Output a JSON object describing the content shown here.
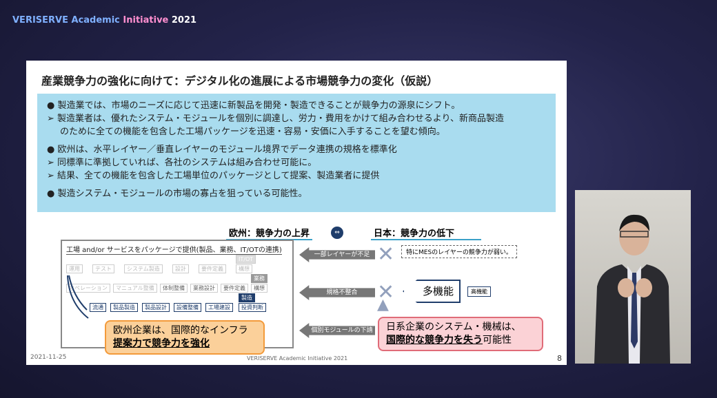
{
  "brand": {
    "part1": "VERISERVE Academic ",
    "part2": "Initiative ",
    "part3": "2021"
  },
  "slide": {
    "title": "産業競争力の強化に向けて：デジタル化の進展による市場競争力の変化（仮説）",
    "bullets": [
      {
        "mark": "●",
        "text": "製造業では、市場のニーズに応じて迅速に新製品を開発・製造できることが競争力の源泉にシフト。"
      },
      {
        "mark": "➢",
        "text": "製造業者は、優れたシステム・モジュールを個別に調達し、労力・費用をかけて組み合わせるより、新商品製造"
      },
      {
        "mark": "",
        "text": "のために全ての機能を包含した工場パッケージを迅速・容易・安価に入手することを望む傾向。"
      },
      {
        "mark": "●",
        "text": "欧州は、水平レイヤー／垂直レイヤーのモジュール境界でデータ連携の規格を標準化"
      },
      {
        "mark": "➢",
        "text": "同標準に準拠していれば、各社のシステムは組み合わせ可能に。"
      },
      {
        "mark": "➢",
        "text": "結果、全ての機能を包含した工場単位のパッケージとして提案、製造業者に提供"
      },
      {
        "mark": "●",
        "text": "製造システム・モジュールの市場の寡占を狙っている可能性。"
      }
    ],
    "europe_header": "欧州：競争力の上昇",
    "japan_header": "日本：競争力の低下",
    "swap_icon": "⇔",
    "diagram": {
      "title": "工場 and/or サービスをパッケージで提供(製品、業務、IT/OTの連携)",
      "row_it": [
        "運用",
        "テスト",
        "システム製造",
        "設計",
        "要件定義",
        "構想"
      ],
      "it_label": "IT/OT",
      "row_biz": [
        "オペレーション",
        "マニュアル整備",
        "体制整備",
        "業務設計",
        "要件定義",
        "構想"
      ],
      "biz_label": "業務",
      "row_mfg": [
        "流通",
        "製品製造",
        "製品設計",
        "設備整備",
        "工場建設",
        "投資判断"
      ],
      "mfg_label": "製造"
    },
    "europe_callout": {
      "line1": "欧州企業は、国際的なインフラ",
      "line2": "提案力で競争力を強化"
    },
    "arrows": [
      "一部レイヤーが不足",
      "規格不整合",
      "個別モジュールの下請"
    ],
    "marks": [
      "✕",
      "✕",
      "▲"
    ],
    "note": "特にMESのレイヤーの競争力が弱い。",
    "multi": "多機能",
    "high": "高機能",
    "japan_callout": {
      "line1": "日系企業のシステム・機械は、",
      "line2a": "国際的な競争力を失う",
      "line2b": "可能性"
    },
    "date": "2021-11-25",
    "footer": "VERISERVE Academic Initiative 2021",
    "page": "8"
  }
}
